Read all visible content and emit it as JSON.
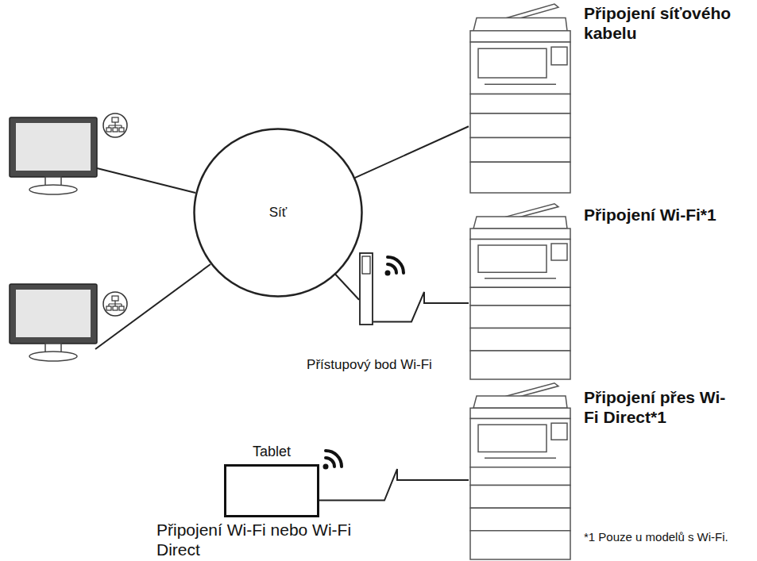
{
  "diagram": {
    "nodes": [
      {
        "text": [
          "Síť"
        ]
      },
      {
        "text": [
          "Připojení síťového kabelu"
        ]
      },
      {
        "text": [
          "Přístupový bod Wi-Fi"
        ]
      },
      {
        "text": [
          "Připojení Wi-Fi*1"
        ]
      },
      {
        "text": [
          "Tablet",
          "Připojení Wi-Fi nebo Wi-Fi Direct"
        ]
      },
      {
        "text": [
          "Připojení přes Wi-Fi Direct*1"
        ]
      }
    ],
    "edges": [
      {
        "from": 0,
        "to": 1,
        "arrow": "none"
      },
      {
        "from": 0,
        "to": 2,
        "arrow": "none"
      },
      {
        "from": 2,
        "to": 3,
        "arrow": "none"
      },
      {
        "from": 4,
        "to": 5,
        "arrow": "none"
      }
    ],
    "labels": [
      "*1 Pouze u modelů s Wi-Fi."
    ]
  }
}
